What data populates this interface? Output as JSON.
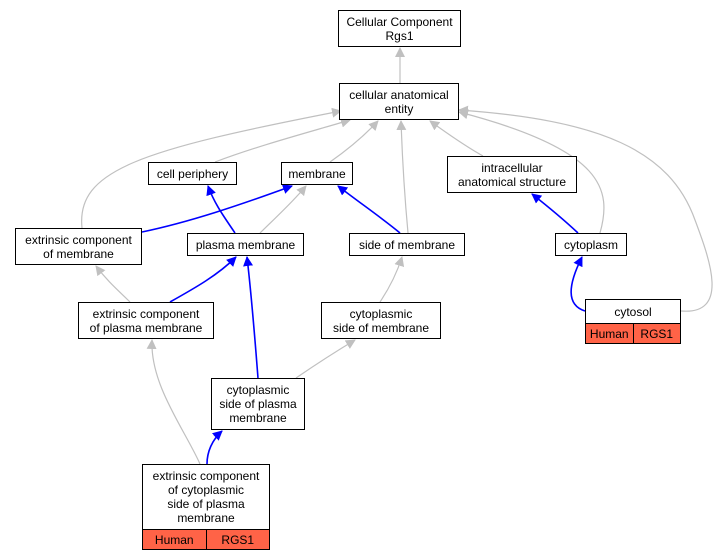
{
  "colors": {
    "inferred_edge": "#c0c0c0",
    "direct_edge": "#0000ff",
    "annotation_fill": "#ff6347",
    "node_border": "#000000"
  },
  "nodes": {
    "root": {
      "lines": [
        "Cellular Component",
        "Rgs1"
      ]
    },
    "cellular_anatomical_entity": {
      "lines": [
        "cellular anatomical",
        "entity"
      ]
    },
    "cell_periphery": {
      "lines": [
        "cell periphery"
      ]
    },
    "membrane": {
      "lines": [
        "membrane"
      ]
    },
    "intracellular_anatomical_structure": {
      "lines": [
        "intracellular",
        "anatomical structure"
      ]
    },
    "extrinsic_component_of_membrane": {
      "lines": [
        "extrinsic component",
        "of membrane"
      ]
    },
    "plasma_membrane": {
      "lines": [
        "plasma membrane"
      ]
    },
    "side_of_membrane": {
      "lines": [
        "side of membrane"
      ]
    },
    "cytoplasm": {
      "lines": [
        "cytoplasm"
      ]
    },
    "cytosol": {
      "lines": [
        "cytosol"
      ],
      "annotation": {
        "species": "Human",
        "gene": "RGS1"
      }
    },
    "extrinsic_component_of_plasma_membrane": {
      "lines": [
        "extrinsic component",
        "of plasma membrane"
      ]
    },
    "cytoplasmic_side_of_membrane": {
      "lines": [
        "cytoplasmic",
        "side of membrane"
      ]
    },
    "cytoplasmic_side_of_plasma_membrane": {
      "lines": [
        "cytoplasmic",
        "side of plasma",
        "membrane"
      ]
    },
    "extrinsic_component_of_cytoplasmic_side_of_plasma_membrane": {
      "lines": [
        "extrinsic component",
        "of cytoplasmic",
        "side of plasma",
        "membrane"
      ],
      "annotation": {
        "species": "Human",
        "gene": "RGS1"
      }
    }
  },
  "edges": [
    {
      "from": "cellular_anatomical_entity",
      "to": "root",
      "kind": "inferred"
    },
    {
      "from": "cell_periphery",
      "to": "cellular_anatomical_entity",
      "kind": "inferred"
    },
    {
      "from": "membrane",
      "to": "cellular_anatomical_entity",
      "kind": "inferred"
    },
    {
      "from": "intracellular_anatomical_structure",
      "to": "cellular_anatomical_entity",
      "kind": "inferred"
    },
    {
      "from": "extrinsic_component_of_membrane",
      "to": "cellular_anatomical_entity",
      "kind": "inferred"
    },
    {
      "from": "side_of_membrane",
      "to": "cellular_anatomical_entity",
      "kind": "inferred"
    },
    {
      "from": "cytoplasm",
      "to": "cellular_anatomical_entity",
      "kind": "inferred"
    },
    {
      "from": "cytosol",
      "to": "cellular_anatomical_entity",
      "kind": "inferred"
    },
    {
      "from": "extrinsic_component_of_membrane",
      "to": "membrane",
      "kind": "direct"
    },
    {
      "from": "plasma_membrane",
      "to": "cell_periphery",
      "kind": "direct"
    },
    {
      "from": "plasma_membrane",
      "to": "membrane",
      "kind": "inferred"
    },
    {
      "from": "side_of_membrane",
      "to": "membrane",
      "kind": "direct"
    },
    {
      "from": "cytoplasm",
      "to": "intracellular_anatomical_structure",
      "kind": "direct"
    },
    {
      "from": "cytosol",
      "to": "cytoplasm",
      "kind": "direct"
    },
    {
      "from": "extrinsic_component_of_plasma_membrane",
      "to": "extrinsic_component_of_membrane",
      "kind": "inferred"
    },
    {
      "from": "extrinsic_component_of_plasma_membrane",
      "to": "plasma_membrane",
      "kind": "direct"
    },
    {
      "from": "cytoplasmic_side_of_membrane",
      "to": "side_of_membrane",
      "kind": "inferred"
    },
    {
      "from": "cytoplasmic_side_of_plasma_membrane",
      "to": "plasma_membrane",
      "kind": "direct"
    },
    {
      "from": "cytoplasmic_side_of_plasma_membrane",
      "to": "cytoplasmic_side_of_membrane",
      "kind": "inferred"
    },
    {
      "from": "extrinsic_component_of_cytoplasmic_side_of_plasma_membrane",
      "to": "cytoplasmic_side_of_plasma_membrane",
      "kind": "direct"
    },
    {
      "from": "extrinsic_component_of_cytoplasmic_side_of_plasma_membrane",
      "to": "extrinsic_component_of_plasma_membrane",
      "kind": "inferred"
    }
  ]
}
